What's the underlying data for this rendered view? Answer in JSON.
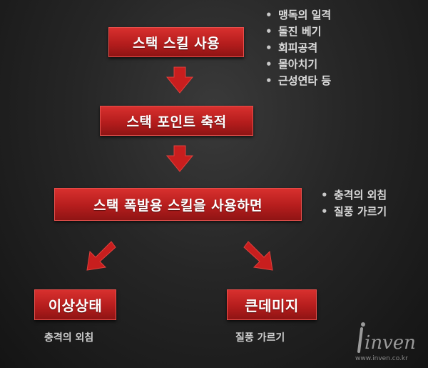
{
  "steps": {
    "step1": "스택 스킬 사용",
    "step2": "스택 포인트 축적",
    "step3": "스택 폭발용 스킬을 사용하면",
    "result_left": "이상상태",
    "result_right": "큰데미지"
  },
  "step1_notes": [
    "맹독의 일격",
    "돌진 베기",
    "회피공격",
    "몰아치기",
    "근성연타 등"
  ],
  "step3_notes": [
    "충격의 외침",
    "질풍 가르기"
  ],
  "captions": {
    "left": "충격의 외침",
    "right": "질풍 가르기"
  },
  "colors": {
    "box": "#c42422",
    "arrow": "#c81e1e",
    "background": "#1e1e1e"
  },
  "logo": {
    "text": "inven",
    "url_text": "www.inven.co.kr"
  }
}
